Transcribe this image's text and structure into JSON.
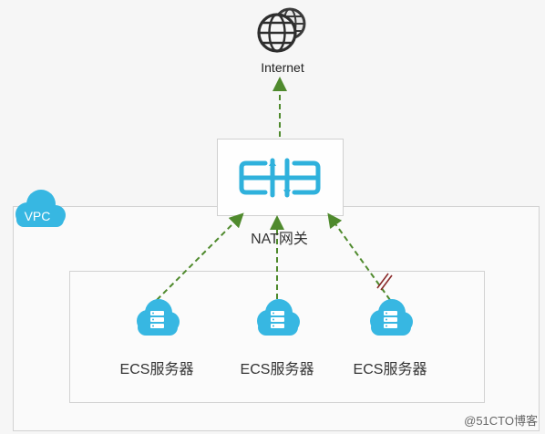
{
  "internet": {
    "label": "Internet",
    "icon": "globe-icon"
  },
  "nat": {
    "label": "NAT网关",
    "icon": "nat-gateway-icon"
  },
  "vpc": {
    "label": "VPC",
    "icon": "cloud-icon"
  },
  "ecs": [
    {
      "label": "ECS服务器",
      "icon": "cloud-server-icon"
    },
    {
      "label": "ECS服务器",
      "icon": "cloud-server-icon"
    },
    {
      "label": "ECS服务器",
      "icon": "cloud-server-icon"
    }
  ],
  "watermark": "@51CTO博客",
  "colors": {
    "accent": "#2fb1dc",
    "arrow": "#4f8a2d",
    "border": "#d2d2d2"
  }
}
